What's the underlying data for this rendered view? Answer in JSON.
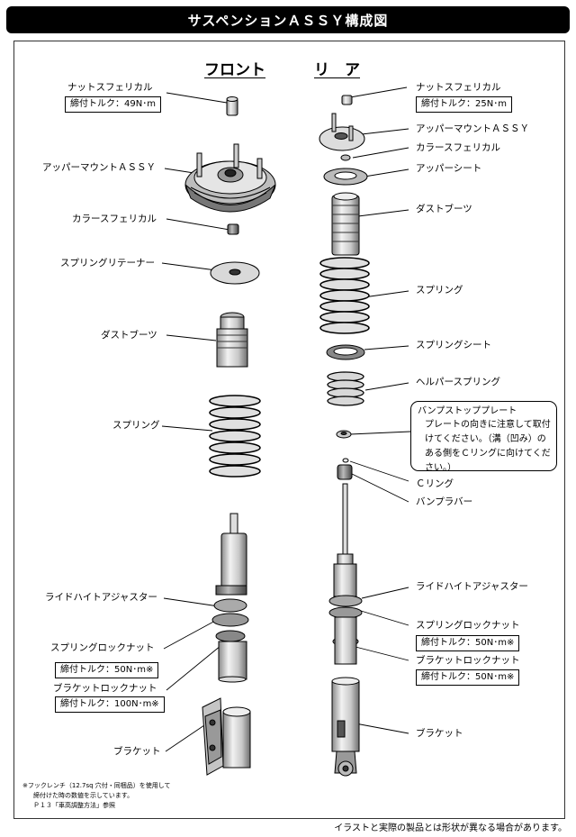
{
  "title": "サスペンションＡＳＳＹ構成図",
  "front": {
    "heading": "フロント",
    "nut_label": "ナットスフェリカル",
    "nut_torque": "締付トルク：49N･m",
    "upper_mount": "アッパーマウントＡＳＳＹ",
    "collar": "カラースフェリカル",
    "retainer": "スプリングリテーナー",
    "dust_boot": "ダストブーツ",
    "spring": "スプリング",
    "ride_height": "ライドハイトアジャスター",
    "spring_lock_nut": "スプリングロックナット",
    "spring_lock_torque": "締付トルク：50N･m※",
    "bracket_lock_nut": "ブラケットロックナット",
    "bracket_lock_torque": "締付トルク：100N･m※",
    "bracket": "ブラケット"
  },
  "rear": {
    "heading": "リ　ア",
    "nut_label": "ナットスフェリカル",
    "nut_torque": "締付トルク：25N･m",
    "upper_mount": "アッパーマウントＡＳＳＹ",
    "collar": "カラースフェリカル",
    "upper_sheet": "アッパーシート",
    "dust_boot": "ダストブーツ",
    "spring": "スプリング",
    "spring_sheet": "スプリングシート",
    "helper_spring": "ヘルパースプリング",
    "c_ring": "Ｃリング",
    "bump_rubber": "バンプラバー",
    "ride_height": "ライドハイトアジャスター",
    "spring_lock_nut": "スプリングロックナット",
    "spring_lock_torque": "締付トルク：50N･m※",
    "bracket_lock_nut": "ブラケットロックナット",
    "bracket_lock_torque": "締付トルク：50N･m※",
    "bracket": "ブラケット"
  },
  "bump_stop": {
    "title": "バンプストッププレート",
    "body": "プレートの向きに注意して取付けてください。（溝（凹み）のある側をＣリングに向けてください。）"
  },
  "footnote": {
    "line1": "※フックレンチ（12.7sq 穴付・同梱品）を使用して",
    "line2": "締付けた時の数値を示しています。",
    "line3": "Ｐ１３「車高調整方法」参照"
  },
  "disclaimer": "イラストと実際の製品とは形状が異なる場合があります。"
}
